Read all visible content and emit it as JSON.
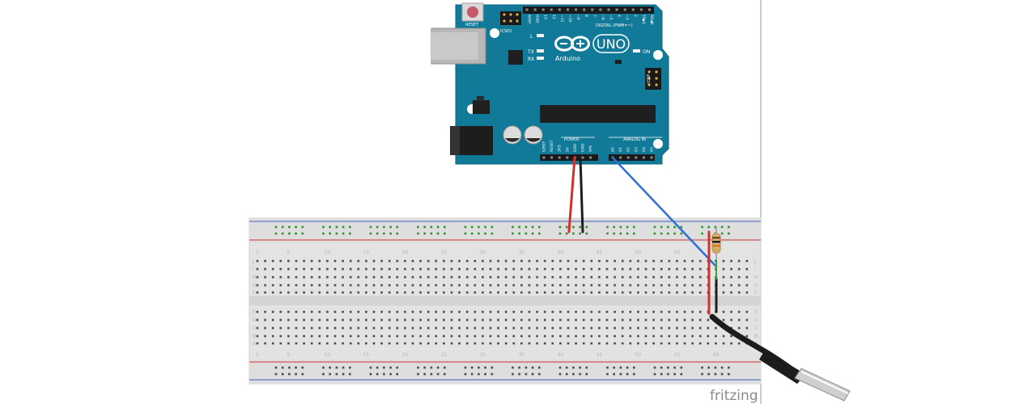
{
  "board": {
    "name": "UNO",
    "brand": "Arduino",
    "labels": {
      "reset": "RESET",
      "icsp2": "ICSP2",
      "icsp": "ICSP",
      "led_l": "L",
      "tx": "TX",
      "rx": "RX",
      "on": "ON",
      "digital": "DIGITAL (PWM=~)",
      "power": "POWER",
      "analog": "ANALOG IN"
    },
    "header_top_pins": [
      "AREF",
      "GND",
      "13",
      "12",
      "~11",
      "~10",
      "~9",
      "8",
      "7",
      "~6",
      "~5",
      "4",
      "~3",
      "2",
      "TX▶1",
      "RX◀0"
    ],
    "power_pins": [
      "IOREF",
      "RESET",
      "3V3",
      "5V",
      "GND",
      "GND",
      "VIN"
    ],
    "analog_pins": [
      "A0",
      "A1",
      "A2",
      "A3",
      "A4",
      "A5"
    ],
    "color": "#127a99"
  },
  "breadboard": {
    "column_numbers": [
      "1",
      "5",
      "10",
      "15",
      "20",
      "25",
      "30",
      "35",
      "40",
      "45",
      "50",
      "55",
      "60"
    ],
    "row_letters_top": [
      "J",
      "I",
      "H",
      "G",
      "F"
    ],
    "row_letters_bottom": [
      "E",
      "D",
      "C",
      "B",
      "A"
    ]
  },
  "wires": [
    {
      "id": "5v-wire",
      "color": "#d0312d"
    },
    {
      "id": "gnd-wire",
      "color": "#1e1e1e"
    },
    {
      "id": "signal-wire",
      "color": "#2f6fd6"
    }
  ],
  "credit": "fritzing"
}
